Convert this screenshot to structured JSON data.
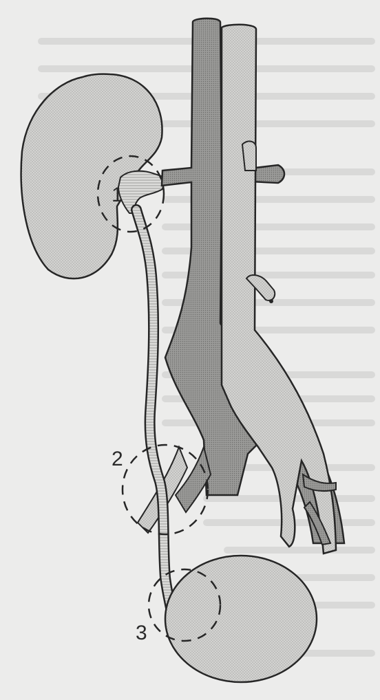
{
  "diagram": {
    "labels": [
      "1",
      "2",
      "3"
    ],
    "colors": {
      "background": "#ececeb",
      "bleed_text": "#c9c9c7",
      "organ_fill": "#cfcfcd",
      "vessel_dark": "#8e8e8c",
      "vessel_light": "#c3c3c1",
      "outline": "#262626"
    }
  }
}
